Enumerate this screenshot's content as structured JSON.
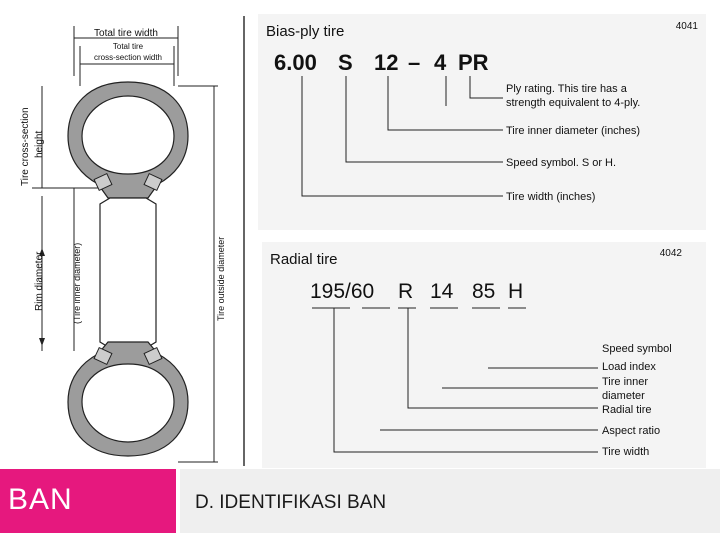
{
  "footer": {
    "left_title": "BAN",
    "section_title": "D. IDENTIFIKASI BAN"
  },
  "left_diagram": {
    "total_width": "Total tire width",
    "section_width_line1": "Total tire",
    "section_width_line2": "cross-section width",
    "section_height_line1": "Tire cross-section",
    "section_height_line2": "height",
    "rim_diameter": "Rim diameter",
    "inner_diameter": "(Tire inner diameter)",
    "outside_diameter": "Tire outside diameter"
  },
  "bias_ply": {
    "code": "4041",
    "title": "Bias-ply tire",
    "parts": [
      "6.00",
      "S",
      "12",
      "–",
      "4",
      "PR"
    ],
    "labels": {
      "ply1": "Ply rating. This tire has a",
      "ply2": "strength equivalent to 4-ply.",
      "inner": "Tire inner diameter (inches)",
      "speed": "Speed symbol. S or H.",
      "width": "Tire width (inches)"
    }
  },
  "radial": {
    "code": "4042",
    "title": "Radial tire",
    "parts": [
      "195/60",
      "R",
      "14",
      "85",
      "H"
    ],
    "labels": {
      "speed": "Speed symbol",
      "load": "Load index",
      "inner1": "Tire inner",
      "inner2": "diameter",
      "radial": "Radial tire",
      "aspect": "Aspect ratio",
      "width": "Tire width"
    }
  }
}
